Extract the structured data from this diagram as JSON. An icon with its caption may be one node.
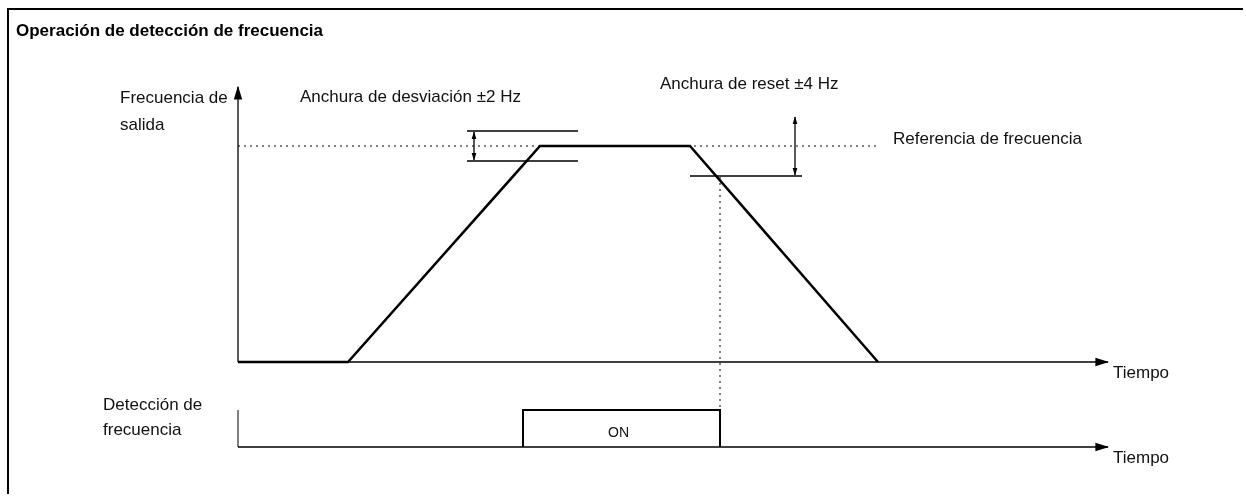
{
  "diagram": {
    "title": "Operación de detección de frecuencia",
    "labels": [
      "Frecuencia de salida",
      "Anchura de desviación ±2 Hz",
      "Anchura de reset ±4 Hz",
      "Referencia de frecuencia",
      "Tiempo",
      "Detección de frecuencia",
      "ON",
      "Tiempo"
    ]
  }
}
